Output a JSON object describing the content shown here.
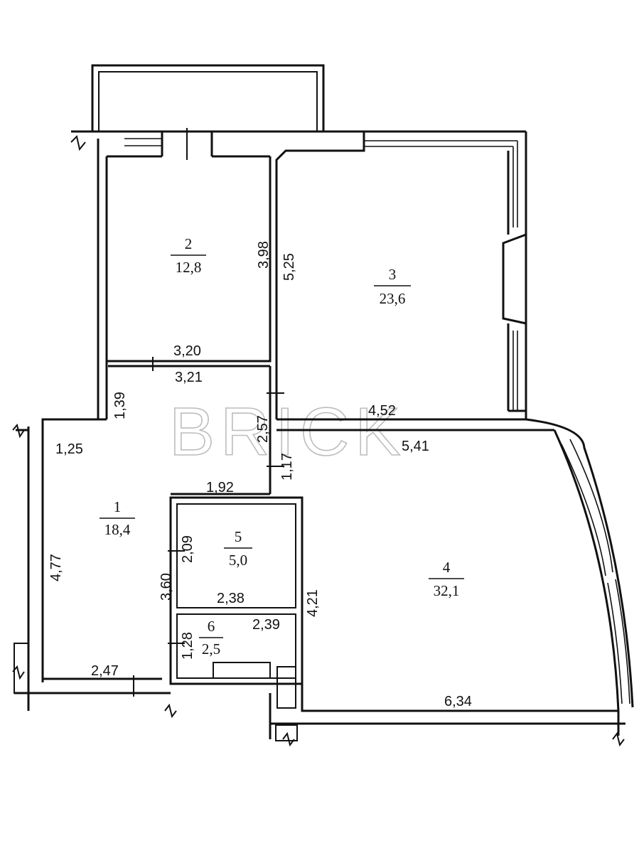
{
  "watermark": "BRICK",
  "rooms": [
    {
      "number": "1",
      "area": "18,4"
    },
    {
      "number": "2",
      "area": "12,8"
    },
    {
      "number": "3",
      "area": "23,6"
    },
    {
      "number": "4",
      "area": "32,1"
    },
    {
      "number": "5",
      "area": "5,0"
    },
    {
      "number": "6",
      "area": "2,5"
    }
  ],
  "dimensions": {
    "r2_height": "3,98",
    "r2_width": "3,20",
    "r3_height": "5,25",
    "r3_width": "4,52",
    "r1_top_width": "3,21",
    "r1_notch_height": "1,39",
    "r1_notch_width": "1,25",
    "r1_left_height": "4,77",
    "r1_bottom_width": "2,47",
    "r1_right_upper": "2,57",
    "r1_right_lower": "1,17",
    "corridor_width": "1,92",
    "r5_height": "2,09",
    "r5_width": "2,38",
    "r5_r6_total": "3,60",
    "r6_height": "1,28",
    "r6_width": "2,39",
    "r4_left_height": "4,21",
    "r4_top_width": "5,41",
    "r4_bottom_width": "6,34"
  }
}
